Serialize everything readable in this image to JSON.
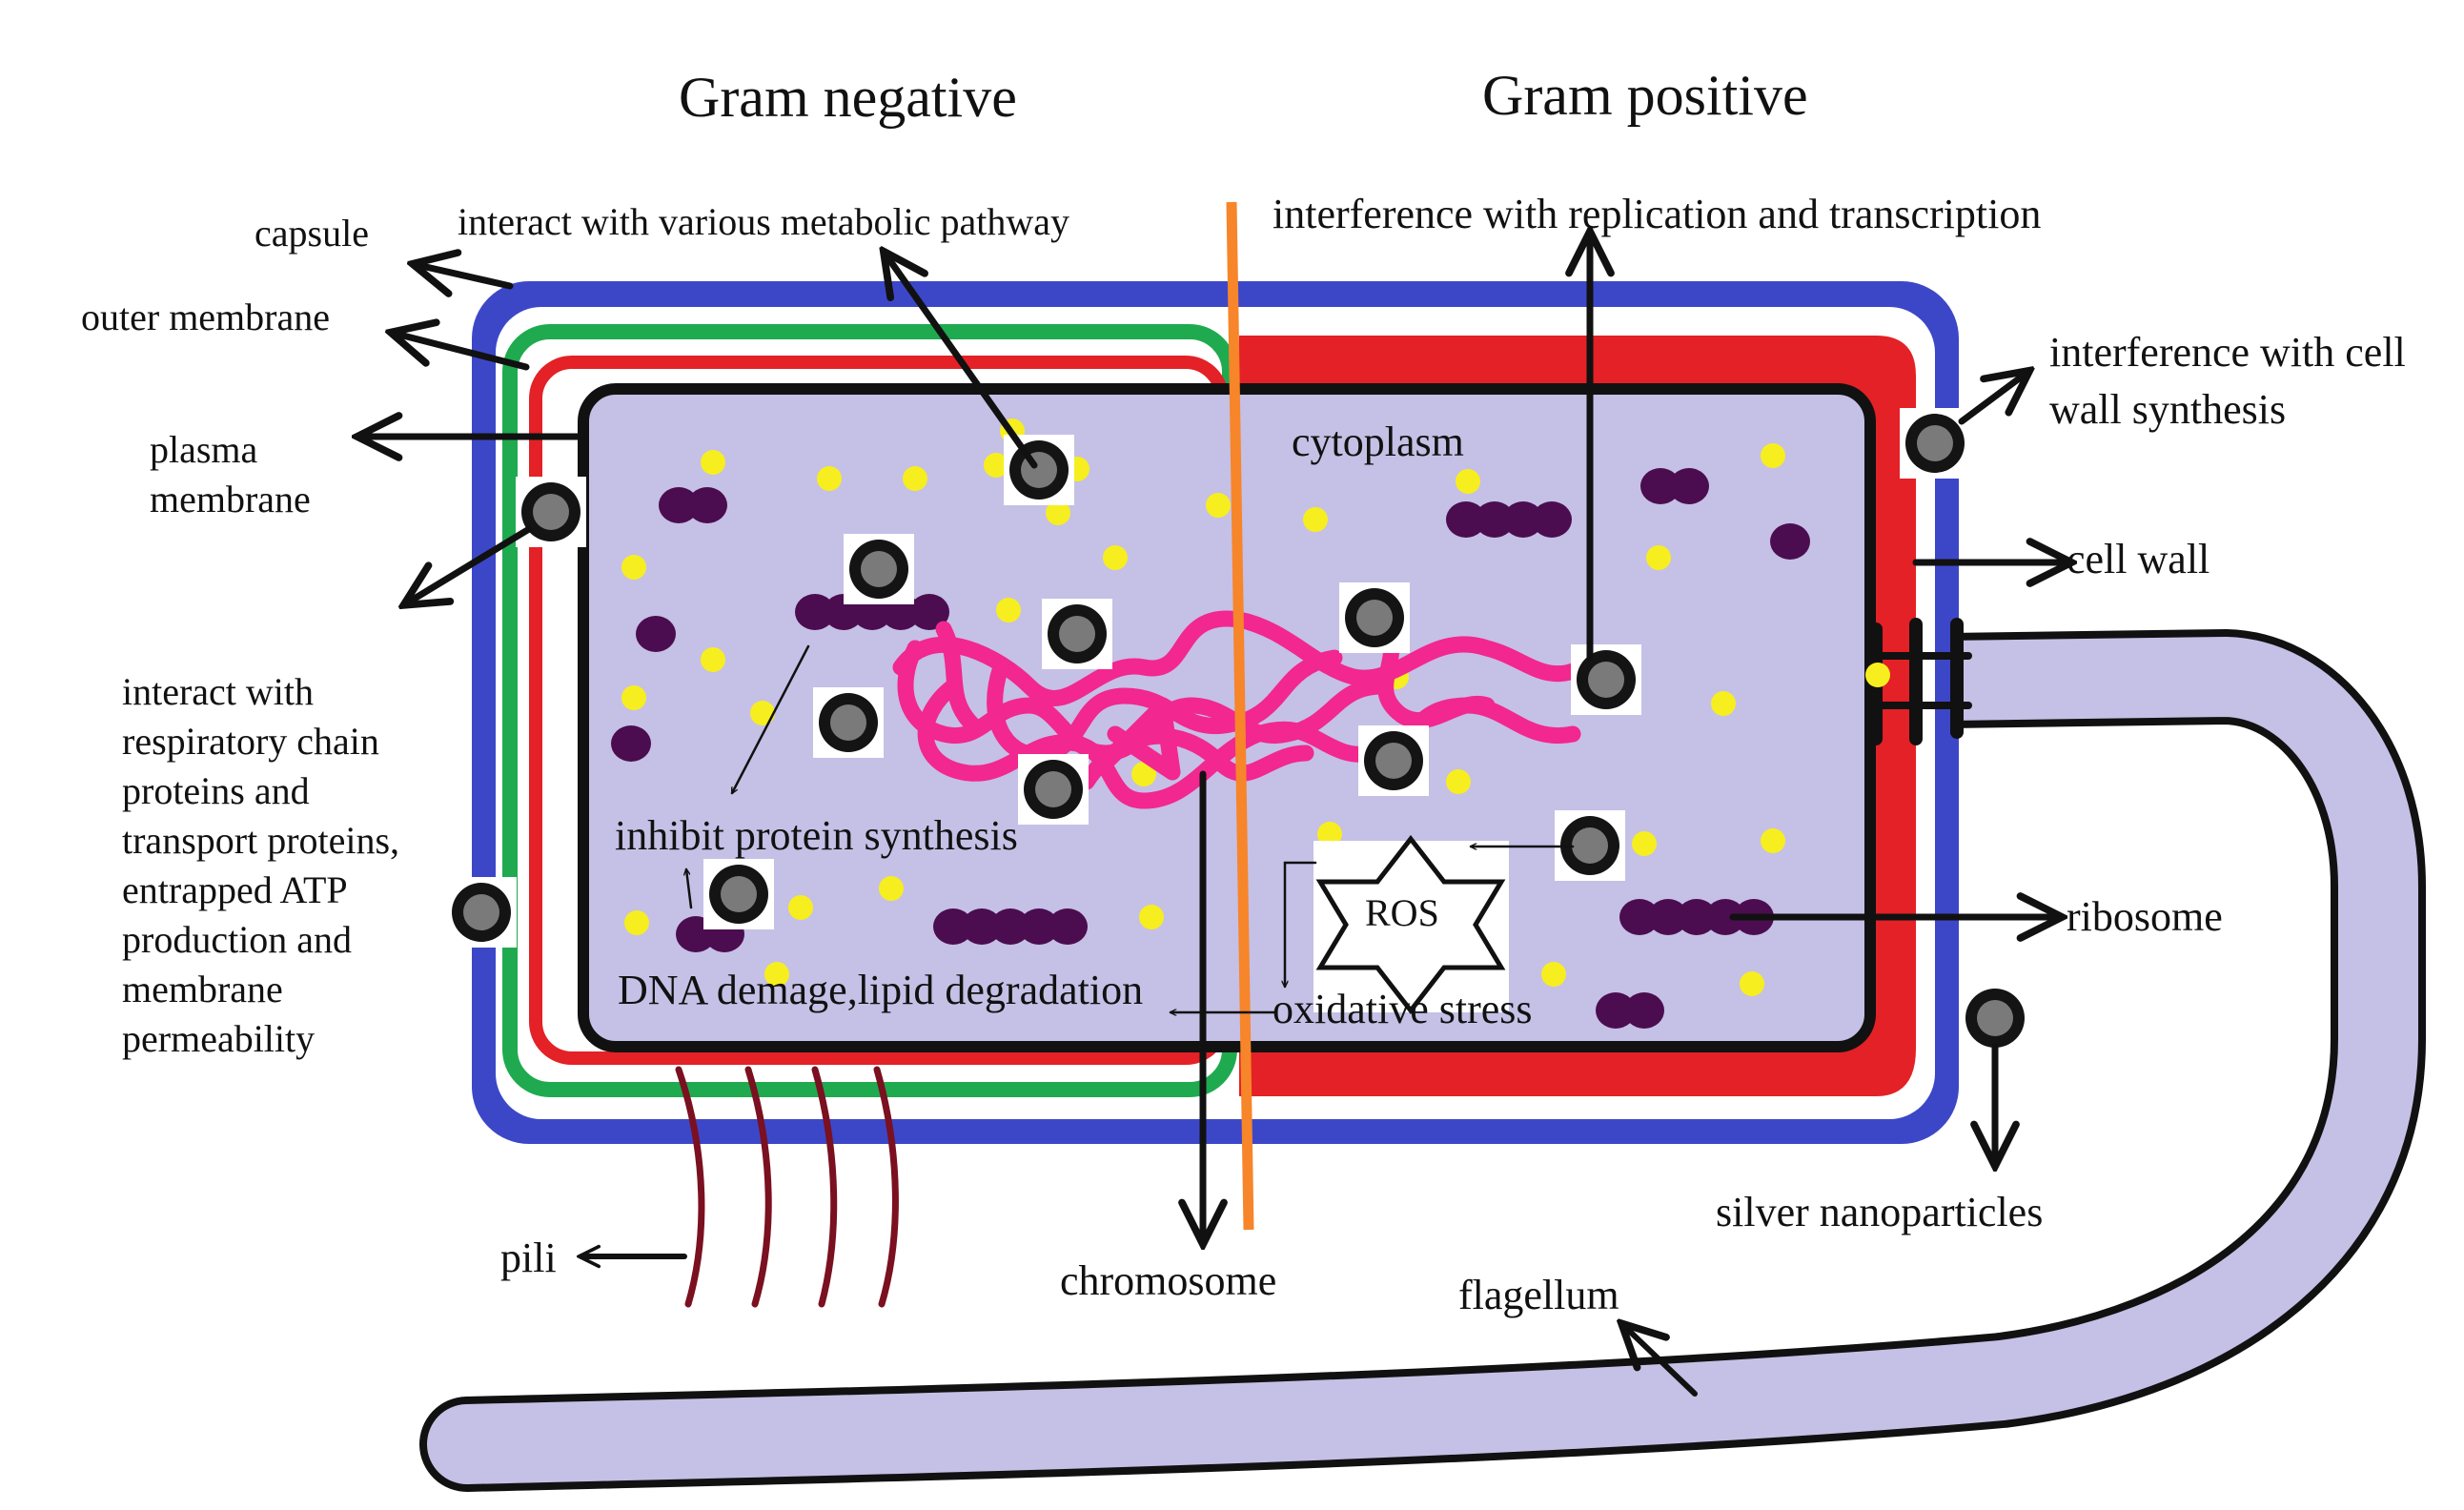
{
  "headings": {
    "gram_negative": "Gram negative",
    "gram_positive": "Gram positive"
  },
  "labels": {
    "capsule": "capsule",
    "outer_membrane": "outer membrane",
    "plasma_membrane": "plasma membrane",
    "respiratory": "interact with respiratory chain proteins and transport proteins, entrapped ATP production and membrane permeability",
    "metabolic": "interact with various metabolic pathway",
    "replication": "interference with replication and transcription",
    "cell_wall_synthesis": "interference with cell wall synthesis",
    "cytoplasm": "cytoplasm",
    "cell_wall": "cell wall",
    "ribosome": "ribosome",
    "ros": "ROS",
    "inhibit_protein": "inhibit protein synthesis",
    "dna_damage": "DNA demage,lipid degradation",
    "oxidative_stress": "oxidative stress",
    "silver_np": "silver nanoparticles",
    "pili": "pili",
    "chromosome": "chromosome",
    "flagellum": "flagellum"
  },
  "colors": {
    "capsule": "#3c47c8",
    "outer_membrane": "#1faa4f",
    "cell_wall": "#e32126",
    "plasma_membrane": "#111111",
    "cytoplasm": "#c5c0e6",
    "chromosome": "#f2278f",
    "ribosome": "#4b0d4f",
    "dots": "#f7ee1f",
    "divider": "#f7852a",
    "nanoparticle": "#777777",
    "pili": "#7a1020",
    "flagellum": "#c5c0e6"
  },
  "icons": {
    "nanoparticle": "silver-nanoparticle-icon",
    "ros": "six-point-star-icon"
  }
}
